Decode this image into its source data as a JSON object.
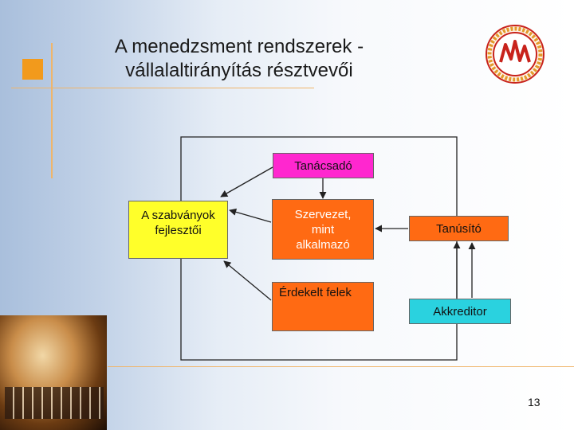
{
  "slide": {
    "title_line1": "A menedzsment rendszerek -",
    "title_line2": "vállalaltirányítás résztvevői",
    "page_number": "13"
  },
  "diagram": {
    "tanacsado": "Tanácsadó",
    "szabvanyok_line1": "A szabványok",
    "szabvanyok_line2": "fejlesztői",
    "szervezet_line1": "Szervezet,",
    "szervezet_line2": "mint",
    "szervezet_line3": "alkalmazó",
    "tanusito": "Tanúsító",
    "erdekelt": "Érdekelt felek",
    "akkreditor": "Akkreditor"
  },
  "colors": {
    "accent_orange": "#f29a1c",
    "magenta": "#ff27cf",
    "yellow": "#ffff2a",
    "orange": "#ff6a13",
    "cyan": "#2ad2df",
    "logo_red": "#c8231c"
  }
}
